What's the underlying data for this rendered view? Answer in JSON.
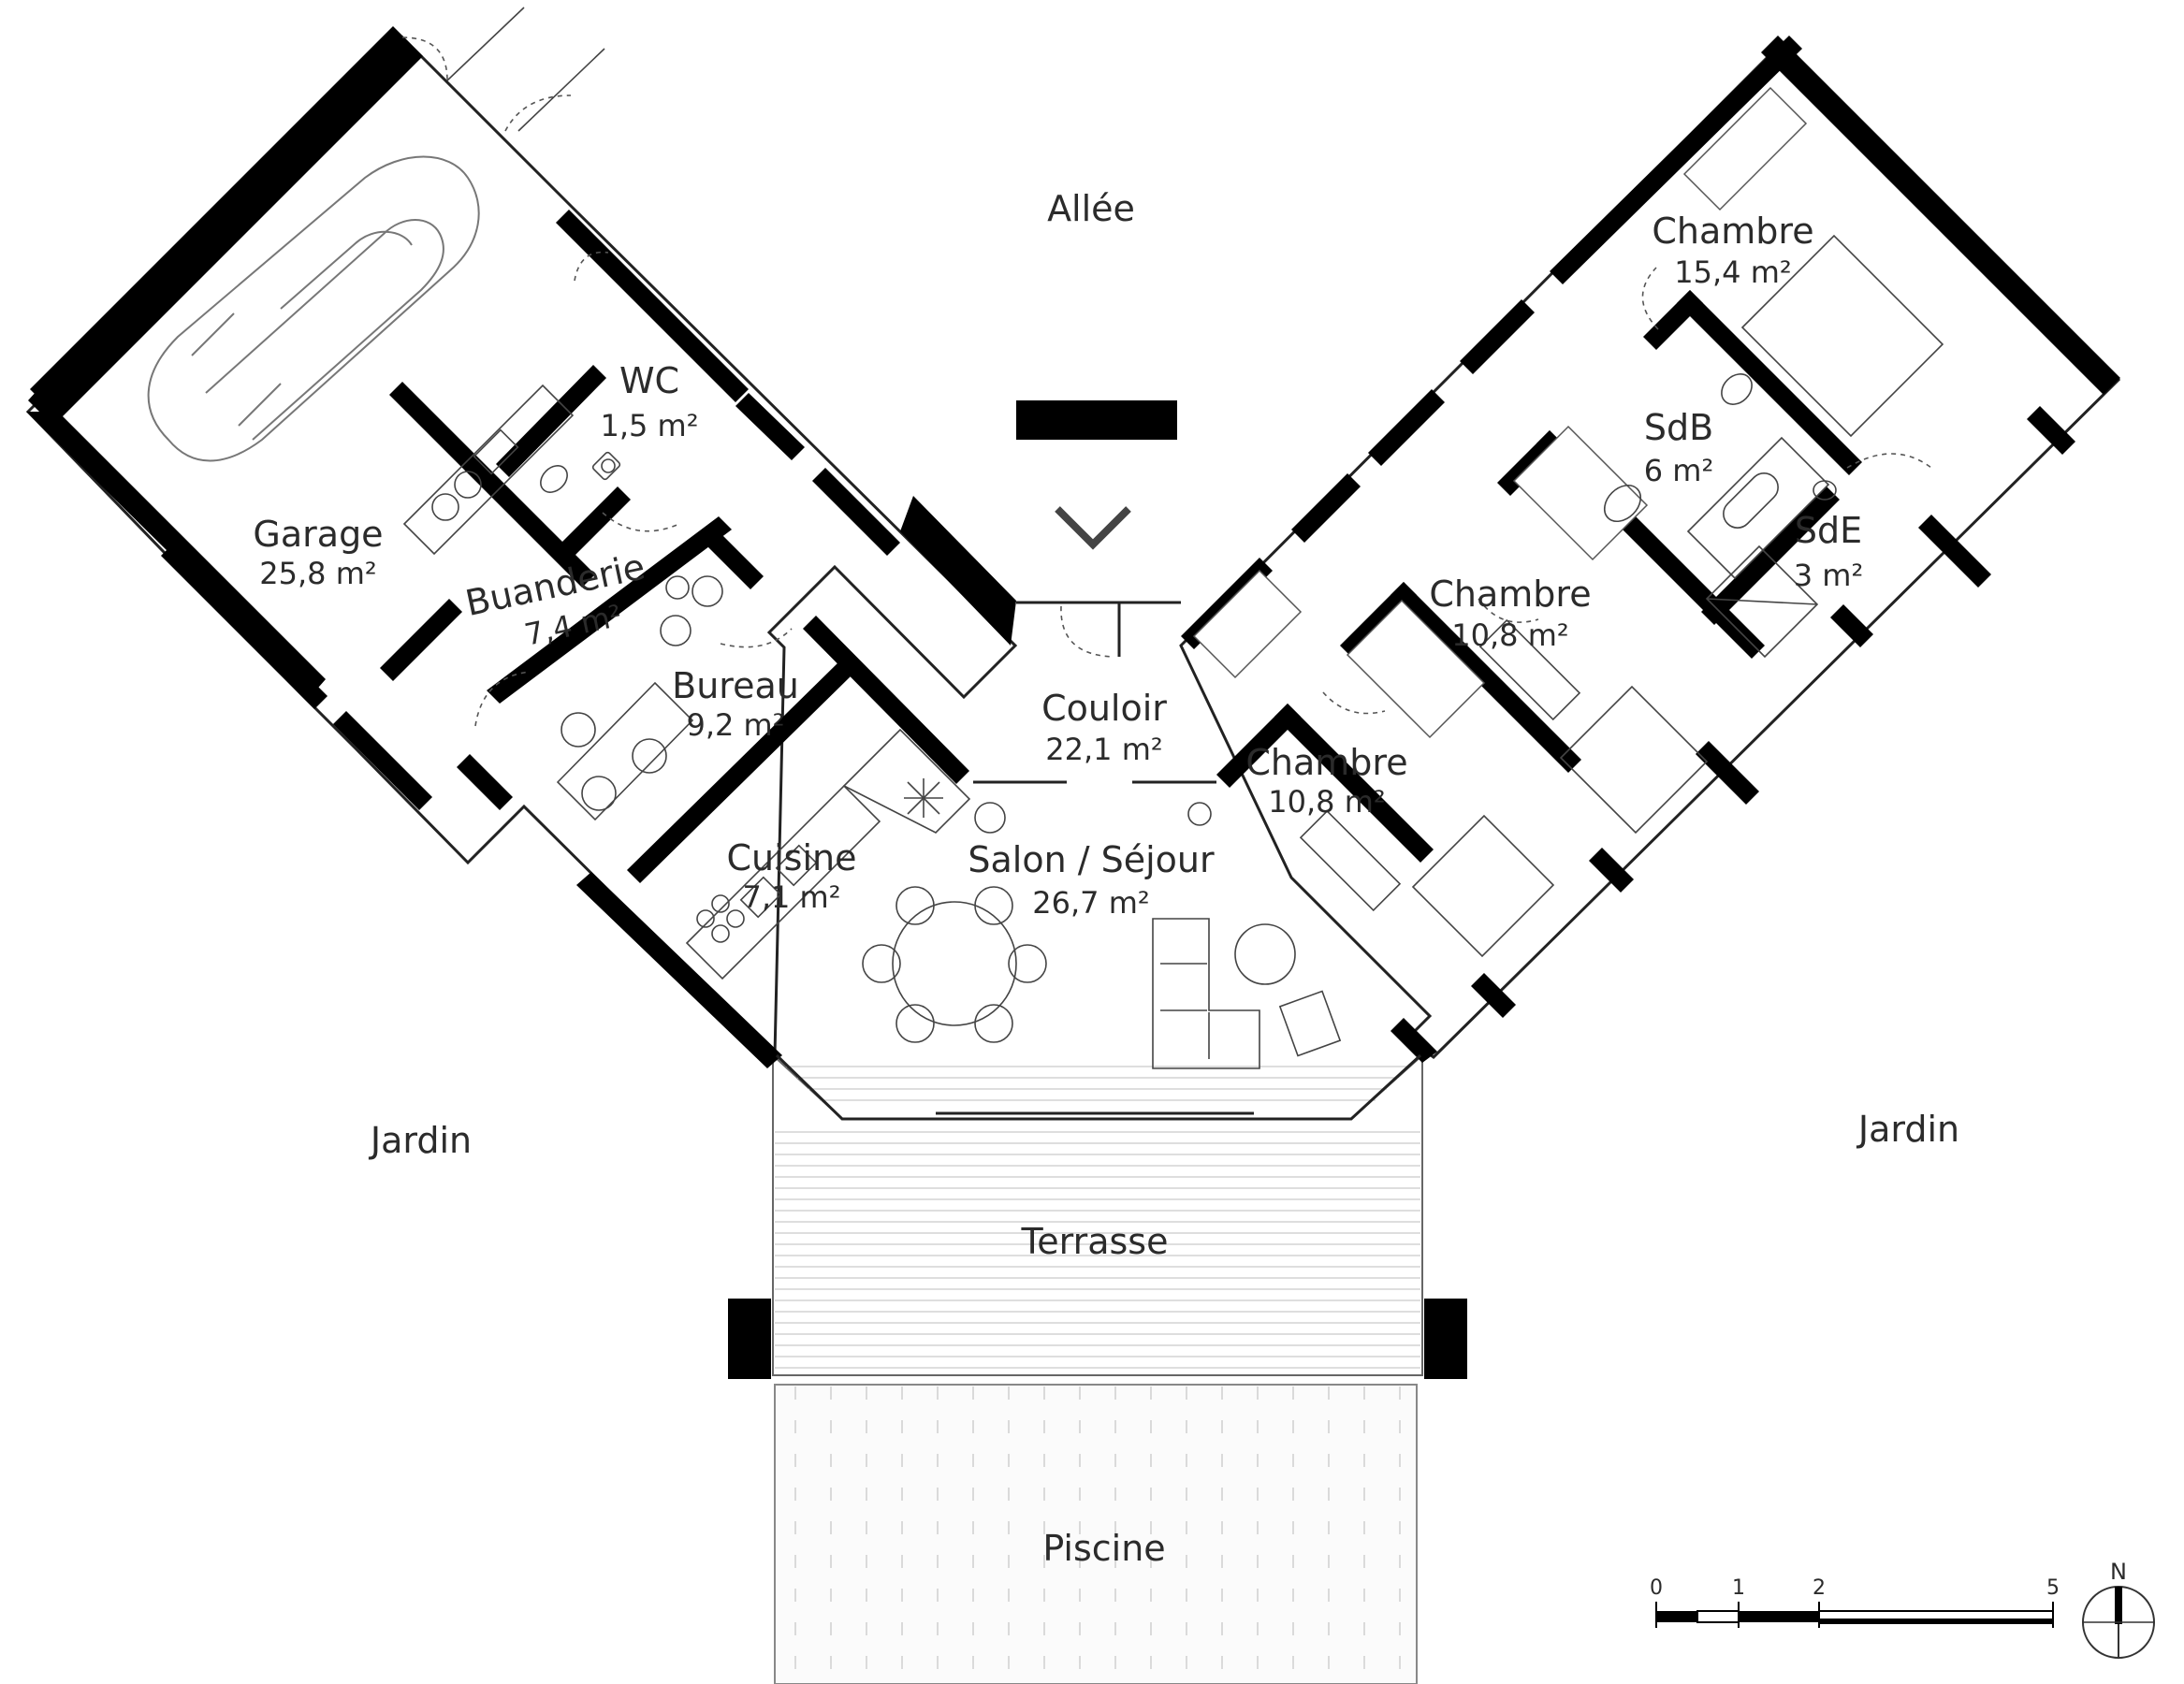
{
  "exterior": {
    "allee": "Allée",
    "jardin_left": "Jardin",
    "jardin_right": "Jardin",
    "terrasse": "Terrasse",
    "piscine": "Piscine"
  },
  "rooms": {
    "garage": {
      "name": "Garage",
      "area": "25,8 m²"
    },
    "wc": {
      "name": "WC",
      "area": "1,5 m²"
    },
    "buanderie": {
      "name": "Buanderie",
      "area": "7,4 m²"
    },
    "bureau": {
      "name": "Bureau",
      "area": "9,2 m²"
    },
    "cuisine": {
      "name": "Cuisine",
      "area": "7,1 m²"
    },
    "couloir": {
      "name": "Couloir",
      "area": "22,1 m²"
    },
    "salon": {
      "name": "Salon / Séjour",
      "area": "26,7 m²"
    },
    "chambre_center": {
      "name": "Chambre",
      "area": "10,8 m²"
    },
    "chambre_mid": {
      "name": "Chambre",
      "area": "10,8 m²"
    },
    "chambre_top": {
      "name": "Chambre",
      "area": "15,4 m²"
    },
    "sdb": {
      "name": "SdB",
      "area": "6 m²"
    },
    "sde": {
      "name": "SdE",
      "area": "3 m²"
    }
  },
  "scale": {
    "ticks": [
      "0",
      "1",
      "2",
      "5"
    ]
  },
  "compass": {
    "label": "N"
  }
}
